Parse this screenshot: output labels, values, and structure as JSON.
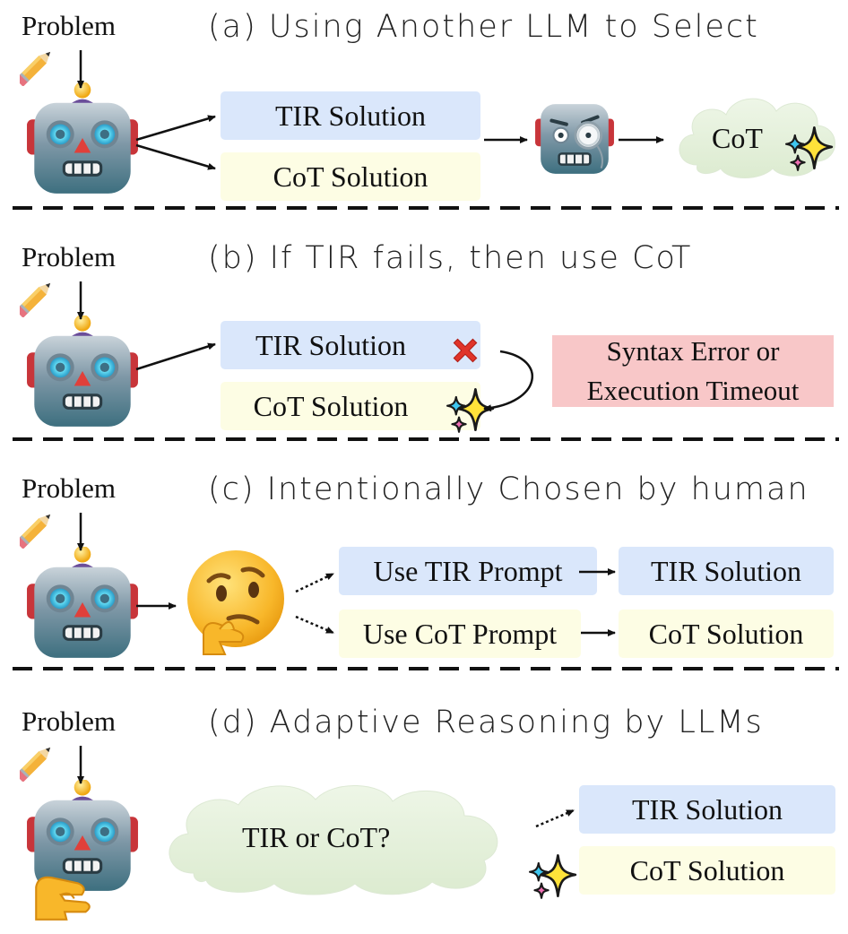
{
  "panels": {
    "a": {
      "problem": "Problem",
      "title": "(a) Using Another LLM to Select",
      "tir": "TIR Solution",
      "cot": "CoT Solution",
      "result": "CoT"
    },
    "b": {
      "problem": "Problem",
      "title": "(b) If TIR fails, then use CoT",
      "tir": "TIR Solution",
      "cot": "CoT Solution",
      "error_line1": "Syntax Error or",
      "error_line2": "Execution Timeout"
    },
    "c": {
      "problem": "Problem",
      "title": "(c) Intentionally Chosen by human",
      "tir_prompt": "Use TIR Prompt",
      "cot_prompt": "Use CoT Prompt",
      "tir": "TIR Solution",
      "cot": "CoT Solution"
    },
    "d": {
      "problem": "Problem",
      "title": "(d) Adaptive Reasoning by LLMs",
      "thought": "TIR or CoT?",
      "tir": "TIR Solution",
      "cot": "CoT Solution"
    }
  }
}
